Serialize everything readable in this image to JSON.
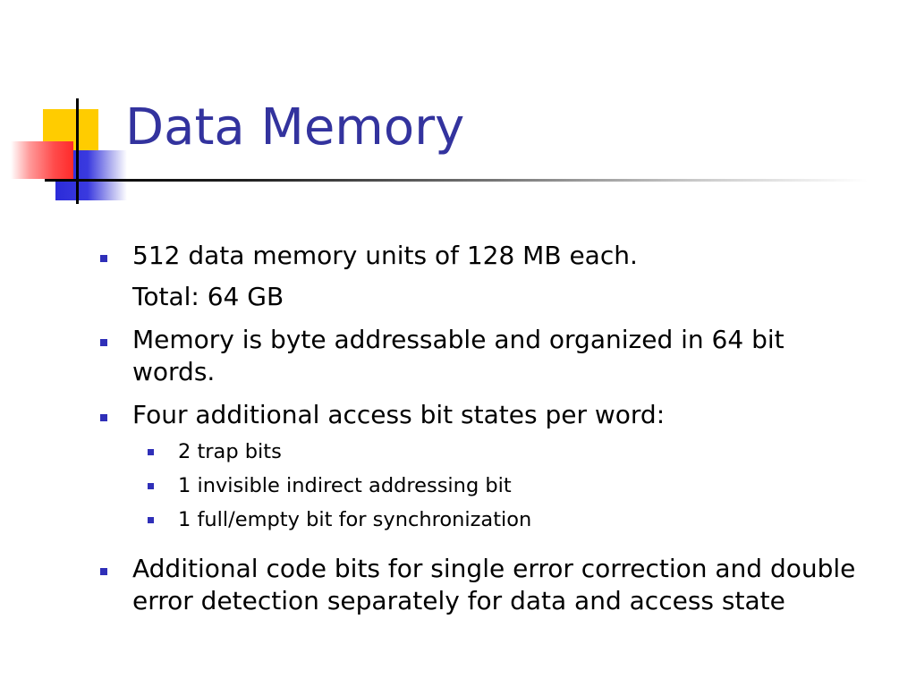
{
  "slide": {
    "title": "Data Memory",
    "bullets": [
      {
        "text": "512 data memory units of 128 MB each.",
        "continuation": "Total: 64 GB"
      },
      {
        "text": "Memory is byte addressable and organized in 64 bit words."
      },
      {
        "text": "Four additional access bit states per word:",
        "sub_bullets": [
          "2 trap bits",
          "1 invisible indirect addressing bit",
          "1 full/empty bit for synchronization"
        ]
      },
      {
        "text": "Additional code bits for single error correction and double error detection separately for data and access state"
      }
    ]
  },
  "colors": {
    "title": "#33339e",
    "bullet": "#2f2fb8",
    "accent_yellow": "#ffcc00",
    "accent_blue": "#2b2bd9",
    "accent_red": "#ff2a2a"
  }
}
